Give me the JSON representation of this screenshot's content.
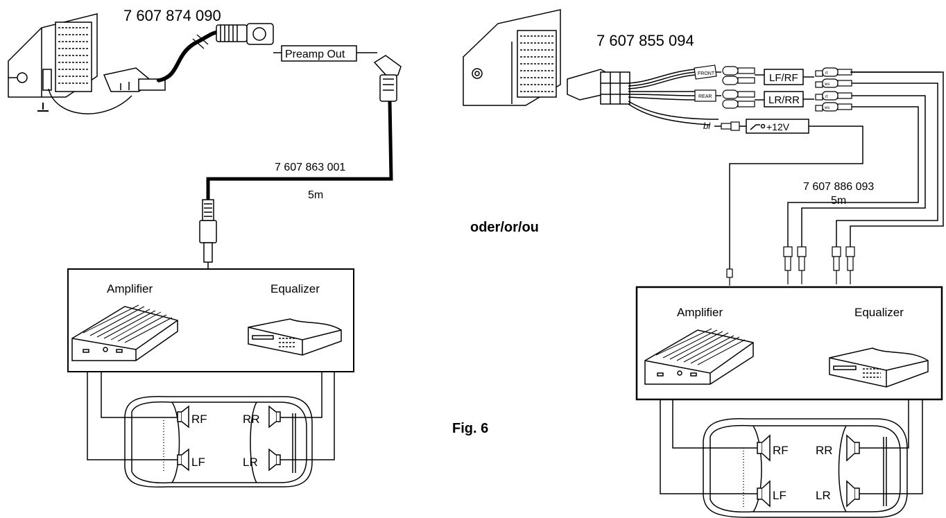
{
  "left": {
    "part_number": "7 607 874 090",
    "preamp_label": "Preamp Out",
    "cable_part_number": "7 607 863 001",
    "cable_length": "5m",
    "amplifier_label": "Amplifier",
    "equalizer_label": "Equalizer",
    "speakers": {
      "rf": "RF",
      "rr": "RR",
      "lf": "LF",
      "lr": "LR"
    }
  },
  "right": {
    "part_number": "7 607 855 094",
    "front_tag": "FRONT",
    "rear_tag": "REAR",
    "lf_rf_label": "LF/RF",
    "lr_rr_label": "LR/RR",
    "plug_rt": "rt",
    "plug_ws": "ws",
    "wire_bl": "bl",
    "power_label": "+12V",
    "cable_part_number": "7 607 886 093",
    "cable_length": "5m",
    "amplifier_label": "Amplifier",
    "equalizer_label": "Equalizer",
    "speakers": {
      "rf": "RF",
      "rr": "RR",
      "lf": "LF",
      "lr": "LR"
    }
  },
  "or_label": "oder/or/ou",
  "figure_label": "Fig. 6"
}
